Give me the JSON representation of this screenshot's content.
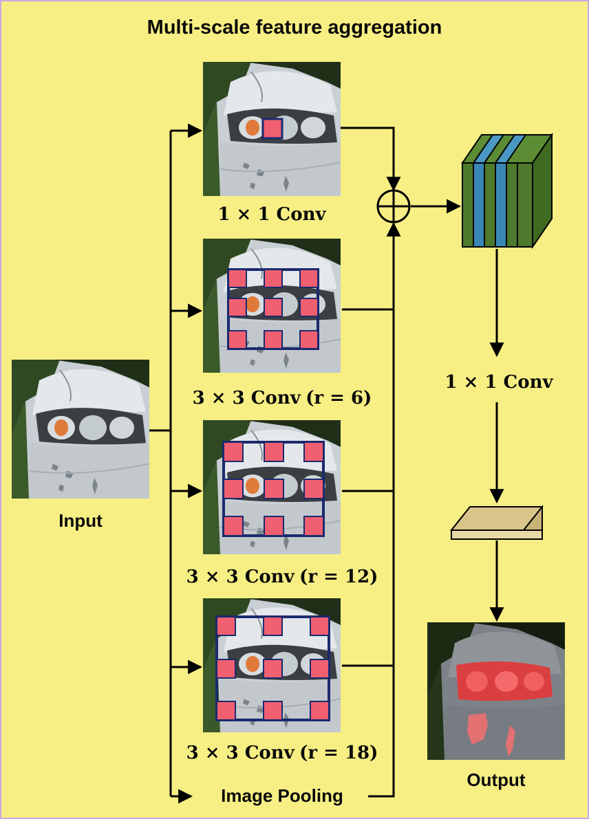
{
  "title": "Multi-scale feature aggregation",
  "input_label": "Input",
  "output_label": "Output",
  "branches": [
    {
      "op": "1 × 1 Conv",
      "rate": ""
    },
    {
      "op": "3 × 3 Conv",
      "rate": "(r = 6)"
    },
    {
      "op": "3 × 3 Conv",
      "rate": "(r = 12)"
    },
    {
      "op": "3 × 3 Conv",
      "rate": "(r = 18)"
    }
  ],
  "pooling_label": "Image Pooling",
  "post_conv_label": "1 × 1 Conv",
  "colors": {
    "background": "#f7ef84",
    "border": "#c9a8e6",
    "kernel_square": "#f06070",
    "kernel_outline": "#1a2a6e",
    "block_green": "#4d7a2c",
    "block_blue": "#3a87b5",
    "thin_block": "#d9c48a",
    "output_mask": "#e23838"
  }
}
